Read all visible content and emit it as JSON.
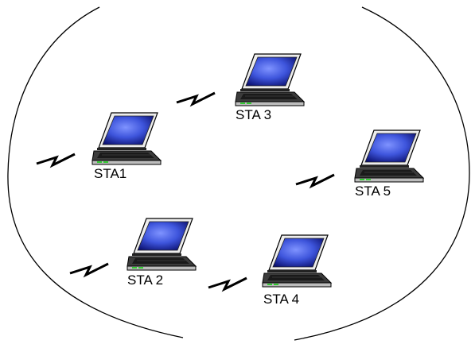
{
  "stations": [
    {
      "id": "sta1",
      "label": "STA1"
    },
    {
      "id": "sta2",
      "label": "STA 2"
    },
    {
      "id": "sta3",
      "label": "STA 3"
    },
    {
      "id": "sta4",
      "label": "STA 4"
    },
    {
      "id": "sta5",
      "label": "STA 5"
    }
  ],
  "colors": {
    "screen_center": "#5a72f0",
    "screen_edge": "#0a0f6e",
    "lid": "#f0f0f0",
    "outline": "#000000",
    "base": "#3a3a3a",
    "keyboard": "#1a1a1a",
    "boundary": "#000000",
    "link": "#000000"
  },
  "icons": {
    "station": "laptop-icon",
    "link": "wireless-link-icon"
  }
}
